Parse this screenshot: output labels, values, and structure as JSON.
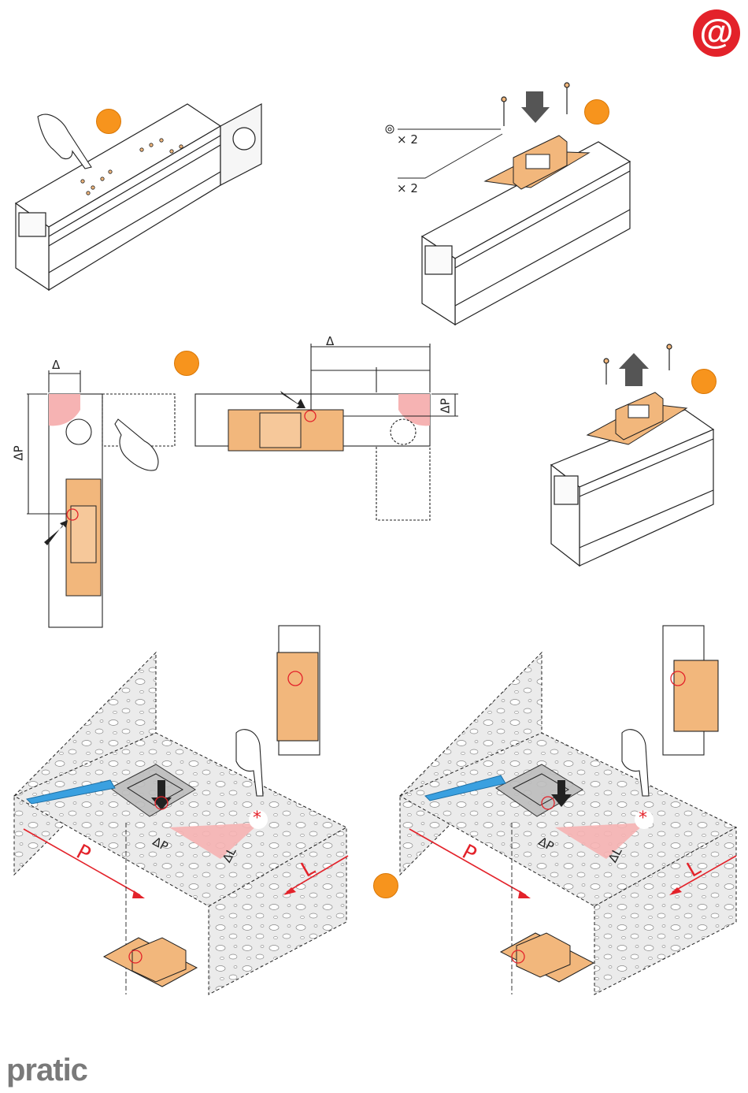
{
  "badge": {
    "symbol": "@",
    "color": "#e3222a"
  },
  "colors": {
    "accent": "#f7941d",
    "plate": "#f2b77c",
    "red": "#e3222a",
    "pen": "#3aa0e0",
    "concrete": "#e8e8e8"
  },
  "panel2": {
    "washer_qty": "× 2",
    "screw_qty": "× 2"
  },
  "panel3": {
    "delta": "Δ",
    "delta_p": "ΔP"
  },
  "panel3b": {
    "delta": "Δ",
    "delta_p": "ΔP"
  },
  "panel5": {
    "delta_p": "ΔP",
    "delta_l": "ΔL",
    "label_p": "P",
    "label_l": "L",
    "asterisk": "*"
  },
  "panel6": {
    "delta_p": "ΔP",
    "delta_l": "ΔL",
    "label_p": "P",
    "label_l": "L",
    "asterisk": "*"
  },
  "brand": {
    "name": "pratic"
  },
  "icons": [
    "pointing-hand-icon",
    "down-arrow-icon",
    "up-arrow-icon",
    "washer-icon",
    "screw-icon",
    "pen-icon"
  ]
}
